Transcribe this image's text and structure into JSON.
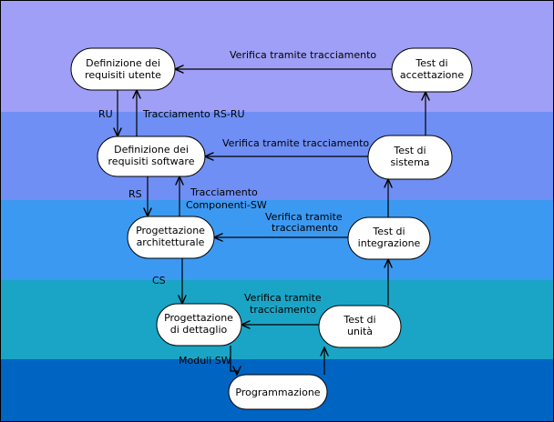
{
  "bands": [
    {
      "id": "band-1",
      "color": "#9f9ff7"
    },
    {
      "id": "band-2",
      "color": "#6f8ff5"
    },
    {
      "id": "band-3",
      "color": "#3c99f2"
    },
    {
      "id": "band-4",
      "color": "#1aa5c6"
    },
    {
      "id": "band-5",
      "color": "#0064c2"
    }
  ],
  "nodes": {
    "requisiti_utente": {
      "line1": "Definizione dei",
      "line2": "requisiti utente"
    },
    "requisiti_software": {
      "line1": "Definizione dei",
      "line2": "requisiti software"
    },
    "progettazione_architetturale": {
      "line1": "Progettazione",
      "line2": "architetturale"
    },
    "progettazione_dettaglio": {
      "line1": "Progettazione",
      "line2": "di dettaglio"
    },
    "programmazione": {
      "line1": "Programmazione"
    },
    "test_unita": {
      "line1": "Test di",
      "line2": "unità"
    },
    "test_integrazione": {
      "line1": "Test di",
      "line2": "integrazione"
    },
    "test_sistema": {
      "line1": "Test di",
      "line2": "sistema"
    },
    "test_accettazione": {
      "line1": "Test di",
      "line2": "accettazione"
    }
  },
  "edges": {
    "verifica_ru": "Verifica tramite tracciamento",
    "verifica_rs": "Verifica tramite tracciamento",
    "verifica_arch_1": "Verifica tramite",
    "verifica_arch_2": "tracciamento",
    "verifica_det_1": "Verifica tramite",
    "verifica_det_2": "tracciamento",
    "ru": "RU",
    "tracciamento_rs_ru": "Tracciamento RS-RU",
    "rs": "RS",
    "tracciamento_comp_1": "Tracciamento",
    "tracciamento_comp_2": "Componenti-SW",
    "cs": "CS",
    "moduli_sw": "Moduli SW"
  },
  "colors": {
    "node_fill": "#ffffff",
    "stroke": "#000000"
  }
}
